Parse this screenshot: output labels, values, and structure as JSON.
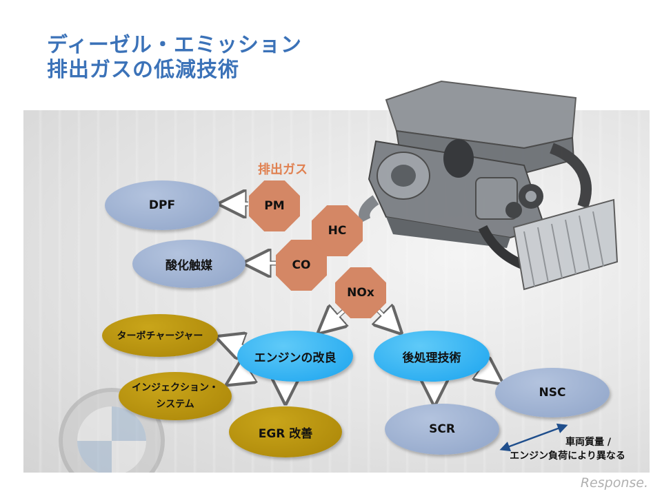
{
  "title": {
    "line1": "ディーゼル・エミッション",
    "line2": "排出ガスの低減技術"
  },
  "exhaust_label": "排出ガス",
  "pollutants": {
    "pm": "PM",
    "hc": "HC",
    "co": "CO",
    "nox": "NOx"
  },
  "technologies": {
    "dpf": "DPF",
    "oxidation_catalyst": "酸化触媒",
    "engine_improvement": "エンジンの改良",
    "aftertreatment": "後処理技術",
    "turbocharger": "ターボチャージャー",
    "injection_line1": "インジェクション・",
    "injection_line2": "システム",
    "egr": "EGR 改善",
    "nsc": "NSC",
    "scr": "SCR"
  },
  "note": {
    "line1": "車両質量 /",
    "line2": "エンジン負荷により異なる"
  },
  "watermark": "Response.",
  "colors": {
    "title": "#3b72b8",
    "pollutant": "#d48765",
    "tech_blue_grey": "#8fa4c8",
    "tech_cyan": "#1aa3ee",
    "tech_gold": "#a98407",
    "exhaust_label": "#e08050",
    "note_arrow": "#1f4e8c"
  }
}
